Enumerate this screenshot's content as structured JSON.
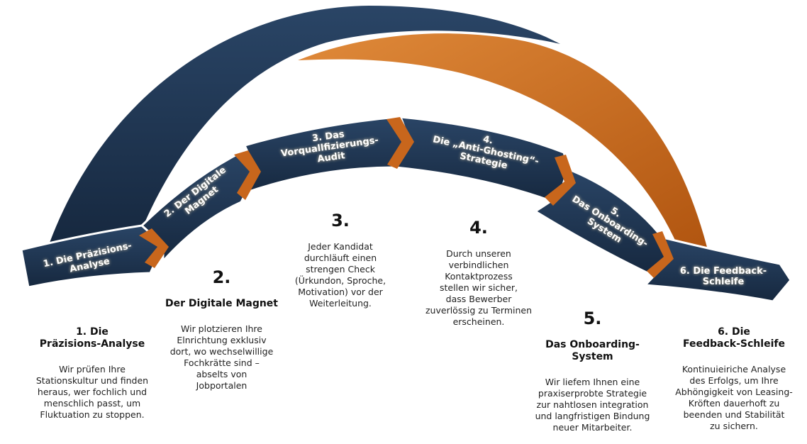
{
  "colors": {
    "navy": "#1d3350",
    "orange": "#c8661c",
    "text": "#222222"
  },
  "steps": [
    {
      "label": "1. Die Präzisions-\nAnalyse",
      "num": "",
      "title": "1. Die\nPräzisions-Analyse",
      "text": "Wir prüfen Ihre\nStationskultur und finden\nheraus, wer fochlich und\nmenschlich passt, um\nFluktuation zu stoppen."
    },
    {
      "label": "2. Der Digitale\nMagnet",
      "num": "2.",
      "title": "Der Digitale Magnet",
      "text": "Wir plotzieren Ihre\nElnrichtung exklusiv\ndort, wo wechselwillige\nFochkrätte sind –\nabselts von\nJobportalen"
    },
    {
      "label": "3. Das\nVorquallfizierungs-\nAudit",
      "num": "3.",
      "title": "",
      "text": "Jeder Kandidat\ndurchläuft einen\nstrengen Check\n(Ürkundon, Sproche,\nMotivation) vor der\nWeiterleitung."
    },
    {
      "label": "4.\nDie „Anti-Ghosting“-\nStrategie",
      "num": "4.",
      "title": "",
      "text": "Durch unseren\nverbindlichen\nKontaktprozess\nstellen wir sicher,\ndass Bewerber\nzuverlössig zu Terminen\nerscheinen."
    },
    {
      "label": "5.\nDas Onboarding-\nSystem",
      "num": "5.",
      "title": "Das Onboarding-\nSystem",
      "text": "Wir liefem Ihnen eine\npraxiserprobte Strategie\nzur nahtlosen integration\nund langfristigen Bindung\nneuer Mitarbeiter."
    },
    {
      "label": "6. Die Feedback-\nSchleife",
      "num": "",
      "title": "6. Die\nFeedback-Schleife",
      "text": "Kontinuieiriche Analyse\ndes Erfolgs, um Ihre\nAbhöngigkeit von Leasing-\nKröften dauerhoft zu\nbeenden und Stabilität\nzu sichern."
    }
  ]
}
